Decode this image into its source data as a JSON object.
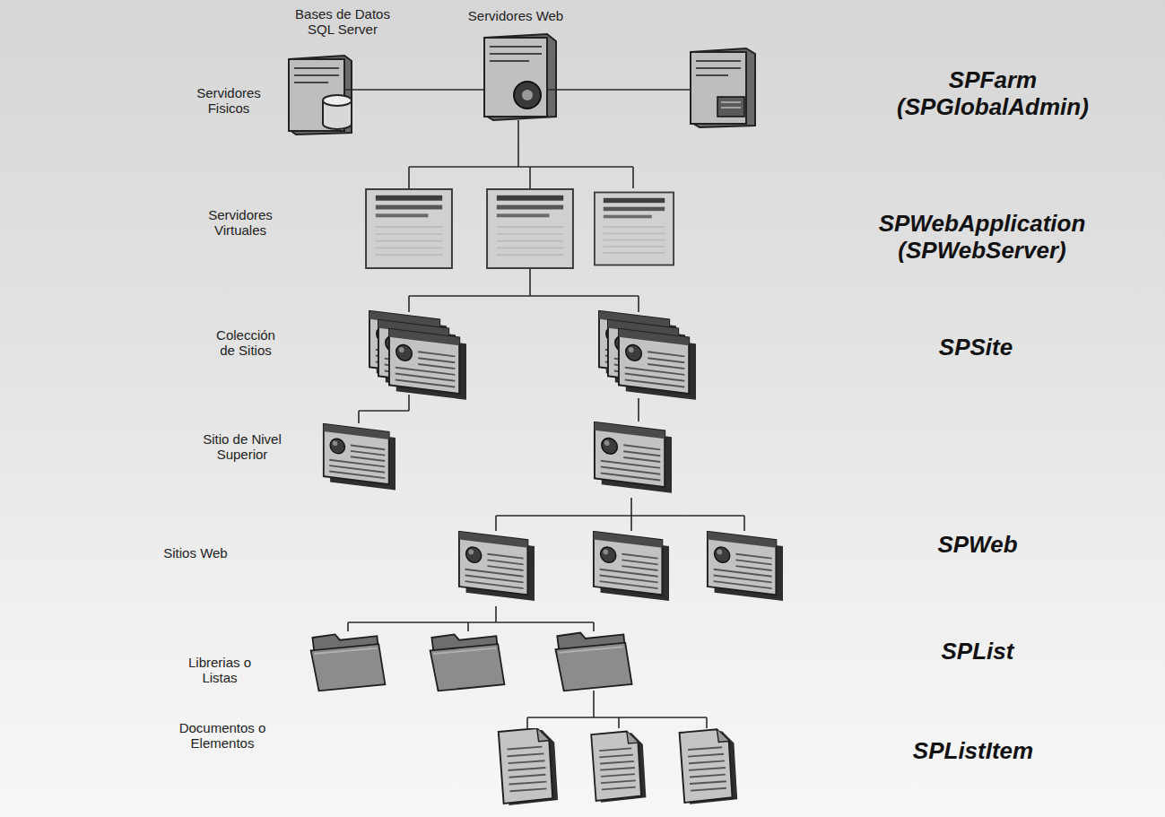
{
  "diagram": {
    "labels": [
      "Bases de Datos SQL Server",
      "Servidores Web",
      "Servidores Fisicos",
      "SPFarm (SPGlobalAdmin)",
      "Servidores Virtuales",
      "SPWebApplication (SPWebServer)",
      "Colección de Sitios",
      "SPSite",
      "Sitio de Nivel Superior",
      "Sitios Web",
      "SPWeb",
      "Librerias o Listas",
      "SPList",
      "Documentos o Elementos",
      "SPListItem"
    ]
  }
}
